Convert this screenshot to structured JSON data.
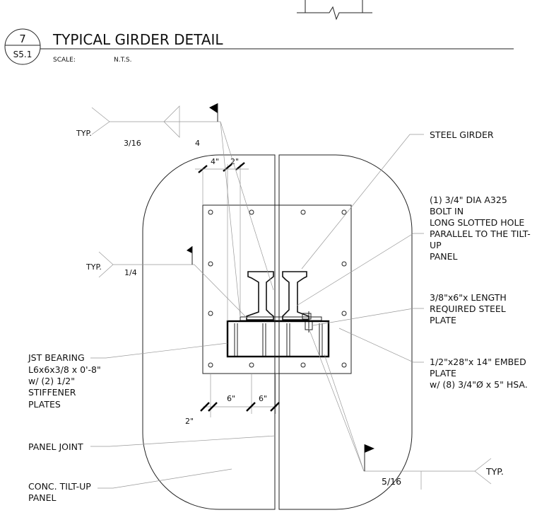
{
  "detail": {
    "number": "7",
    "sheet": "S5.1",
    "title": "TYPICAL GIRDER DETAIL",
    "scale_label": "SCALE:",
    "scale_value": "N.T.S."
  },
  "callouts": {
    "steel_girder": "STEEL GIRDER",
    "bolt": [
      "(1) 3/4\" DIA A325",
      "BOLT IN",
      "LONG SLOTTED HOLE",
      "PARALLEL TO THE TILT-",
      "UP",
      "PANEL"
    ],
    "plate": [
      "3/8\"x6\"x LENGTH",
      "REQUIRED STEEL",
      "PLATE"
    ],
    "embed": [
      "1/2\"x28\"x 14\" EMBED",
      "PLATE",
      "w/ (8) 3/4\"Ø  x 5\" HSA."
    ],
    "jst_bearing": [
      "JST BEARING",
      "L6x6x3/8 x 0'-8\"",
      "w/ (2) 1/2\"",
      "STIFFENER",
      "PLATES"
    ],
    "panel_joint": "PANEL JOINT",
    "tilt_up": [
      "CONC. TILT-UP",
      "PANEL"
    ]
  },
  "welds": {
    "top_typ": "TYP.",
    "top_size": "3/16",
    "top_length": "4",
    "mid_typ": "TYP.",
    "mid_size": "1/4",
    "bottom_typ": "TYP.",
    "bottom_size": "5/16"
  },
  "dimensions": {
    "top_a": "4\"",
    "top_b": "2\"",
    "bot_a": "6\"",
    "bot_b": "6\"",
    "bot_c": "2\""
  }
}
